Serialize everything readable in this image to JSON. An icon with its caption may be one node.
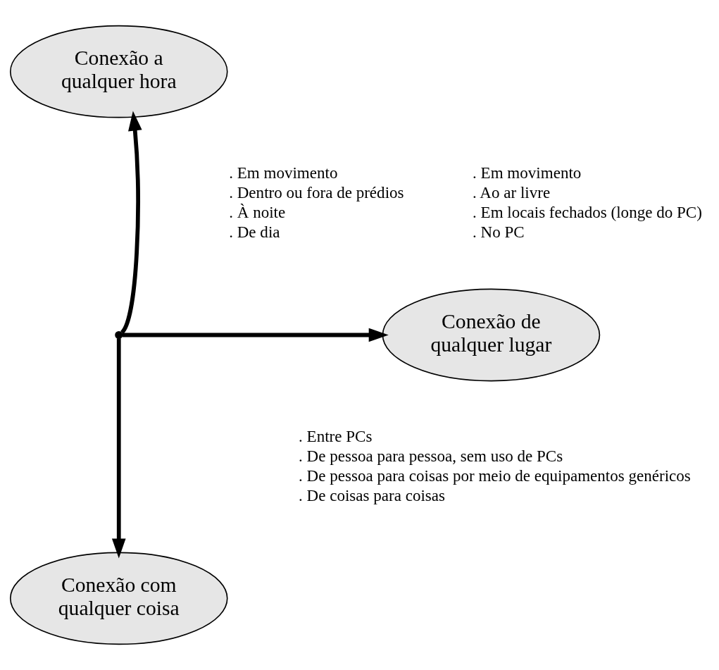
{
  "diagram": {
    "nodes": [
      {
        "text": [
          "Conexão a qualquer hora"
        ]
      },
      {
        "text": [],
        "shape": "point"
      },
      {
        "text": [
          "Conexão de qualquer lugar"
        ]
      },
      {
        "text": [
          "Conexão com qualquer coisa"
        ]
      }
    ],
    "edges": [
      {
        "from": 1,
        "to": 0,
        "arrow": "to"
      },
      {
        "from": 1,
        "to": 2,
        "arrow": "to"
      },
      {
        "from": 1,
        "to": 3,
        "arrow": "to"
      }
    ],
    "labels": [
      ". Em movimento",
      ". Dentro ou fora de prédios",
      ". À noite",
      ". De dia",
      ". Em movimento",
      ". Ao ar livre",
      ". Em locais fechados (longe do PC)",
      ". No PC",
      ". Entre PCs",
      ". De pessoa para pessoa, sem uso de PCs",
      ". De pessoa para coisas por meio de equipamentos genéricos",
      ". De coisas para coisas"
    ]
  }
}
